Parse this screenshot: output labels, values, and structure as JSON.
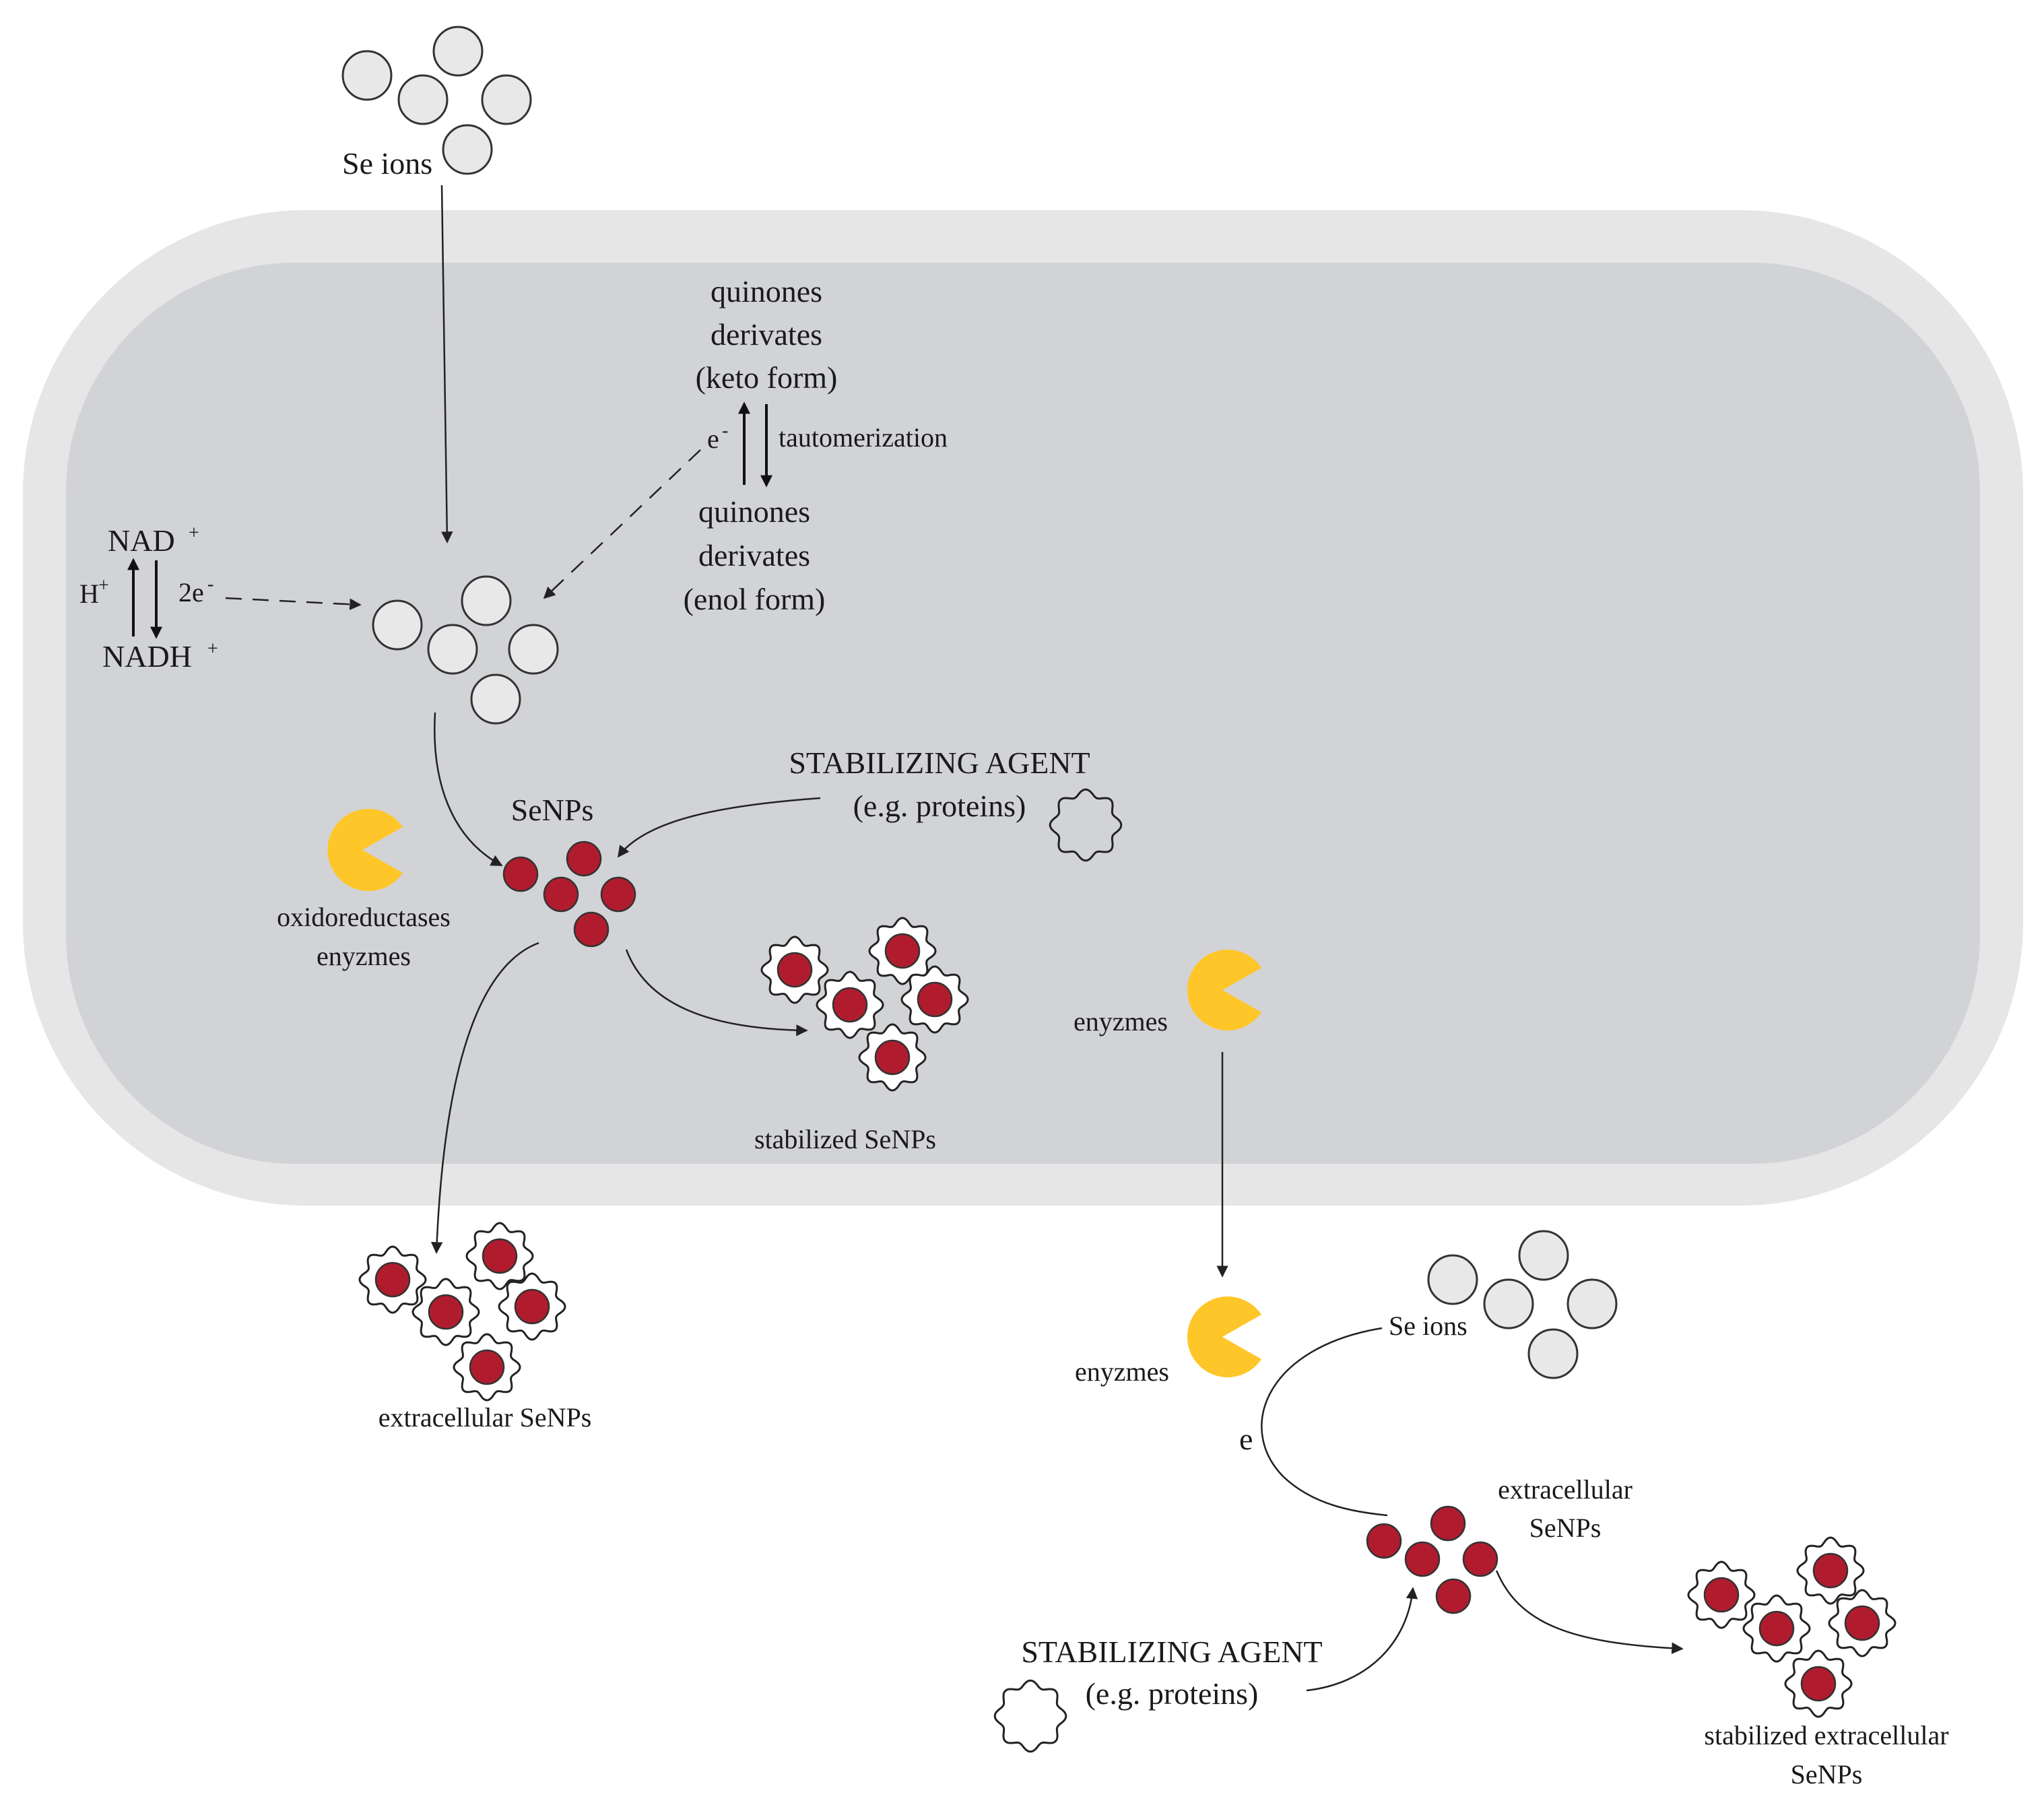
{
  "labels": {
    "se_ions_top": "Se ions",
    "quinones_keto_1": "quinones",
    "quinones_keto_2": "derivates",
    "quinones_keto_3": "(keto form)",
    "tautomerization": "tautomerization",
    "e_minus_tautomer": "e",
    "quinones_enol_1": "quinones",
    "quinones_enol_2": "derivates",
    "quinones_enol_3": "(enol form)",
    "nad": "NAD",
    "nadh": "NADH",
    "h_ion": "H",
    "two_e": "2e",
    "plus": "+",
    "minus": "-",
    "stabilizing_agent_1": "STABILIZING AGENT",
    "stabilizing_agent_2": "(e.g. proteins)",
    "senps": "SeNPs",
    "oxidoreductases_1": "oxidoreductases",
    "oxidoreductases_2": "enyzmes",
    "stabilized_senps": "stabilized SeNPs",
    "enzymes_inner": "enyzmes",
    "extracellular_senps_left": "extracellular SeNPs",
    "enzymes_outer": "enyzmes",
    "se_ions_outer": "Se ions",
    "e_outer": "e",
    "extracellular_senps_right_1": "extracellular",
    "extracellular_senps_right_2": "SeNPs",
    "stabilizing_agent_outer_1": "STABILIZING AGENT",
    "stabilizing_agent_outer_2": "(e.g. proteins)",
    "stabilized_extracellular_1": "stabilized extracellular",
    "stabilized_extracellular_2": "SeNPs"
  },
  "colors": {
    "cell_wall": "#e6e6e7",
    "cytoplasm": "#d2d3d6",
    "se_ion_fill": "#e8e8e8",
    "nanoparticle_red": "#b01c2e",
    "enzyme_yellow": "#ffc629",
    "stroke": "#333333"
  }
}
